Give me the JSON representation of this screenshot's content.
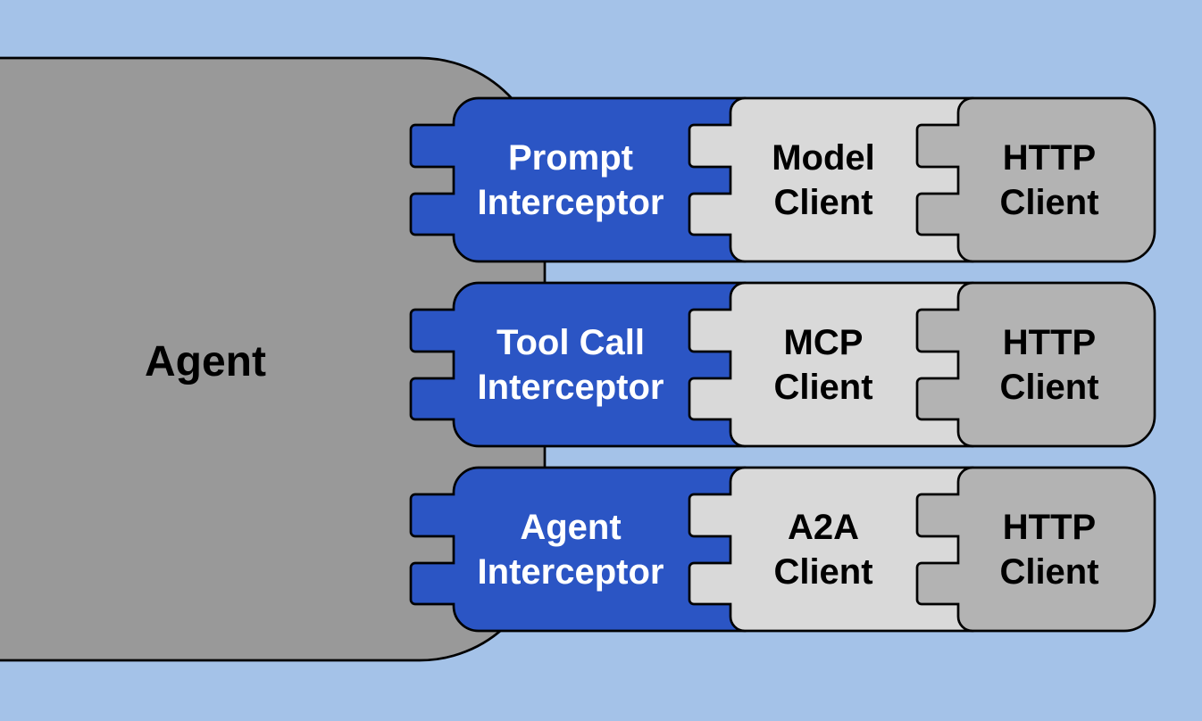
{
  "diagram": {
    "agent_label": "Agent",
    "rows": [
      {
        "interceptor": "Prompt\nInterceptor",
        "client": "Model\nClient",
        "http": "HTTP\nClient"
      },
      {
        "interceptor": "Tool Call\nInterceptor",
        "client": "MCP\nClient",
        "http": "HTTP\nClient"
      },
      {
        "interceptor": "Agent\nInterceptor",
        "client": "A2A\nClient",
        "http": "HTTP\nClient"
      }
    ]
  },
  "colors": {
    "background": "#a4c2e8",
    "agent_gray": "#999999",
    "interceptor_blue": "#2b55c4",
    "client_light_gray": "#d9d9d9",
    "http_gray": "#b3b3b3",
    "outline": "#000000",
    "interceptor_text": "#ffffff",
    "client_text": "#000000"
  }
}
